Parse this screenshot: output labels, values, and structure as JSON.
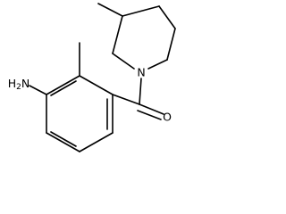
{
  "molecule": {
    "atom_labels": {
      "amine": "H2N",
      "ring_nitrogen": "N",
      "carbonyl_oxygen": "O"
    }
  }
}
